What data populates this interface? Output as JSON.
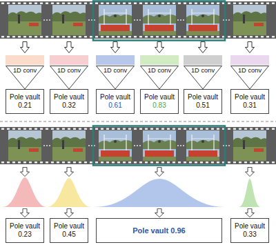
{
  "diagram": {
    "nodes": [
      {
        "text": [
          "1D conv"
        ]
      },
      {
        "text": [
          "1D conv"
        ]
      },
      {
        "text": [
          "1D conv"
        ]
      },
      {
        "text": [
          "1D conv"
        ]
      },
      {
        "text": [
          "1D conv"
        ]
      },
      {
        "text": [
          "1D conv"
        ]
      },
      {
        "text": [
          "Pole vault",
          "0.21"
        ]
      },
      {
        "text": [
          "Pole vault",
          "0.32"
        ]
      },
      {
        "text": [
          "Pole vault",
          "0.61"
        ]
      },
      {
        "text": [
          "Pole vault",
          "0.83"
        ]
      },
      {
        "text": [
          "Pole vault",
          "0.51"
        ]
      },
      {
        "text": [
          "Pole vault",
          "0.31"
        ]
      },
      {
        "text": [
          "Pole vault",
          "0.23"
        ]
      },
      {
        "text": [
          "Pole vault",
          "0.45"
        ]
      },
      {
        "text": [
          "Pole vault 0.96"
        ]
      },
      {
        "text": [
          "Pole vault",
          "0.33"
        ]
      }
    ]
  }
}
